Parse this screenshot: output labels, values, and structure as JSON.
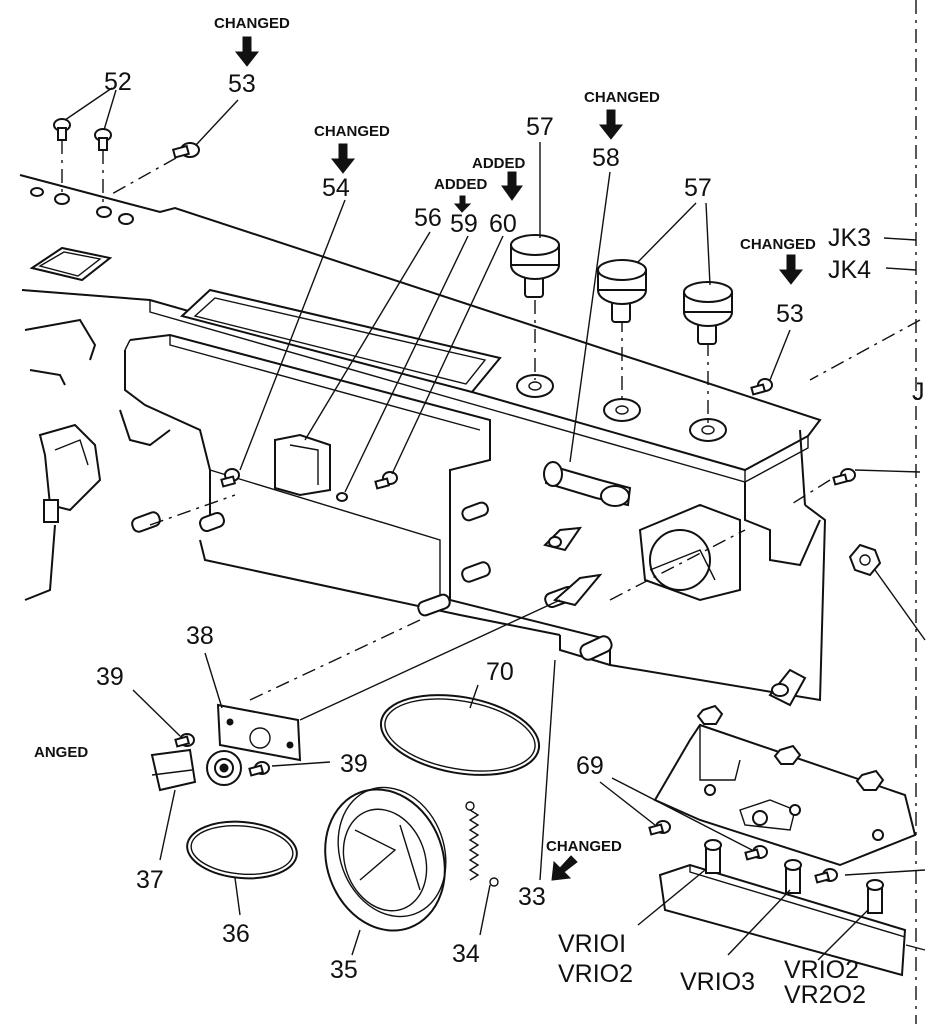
{
  "diagram": {
    "tags": {
      "changed": "CHANGED",
      "added": "ADDED",
      "changed_partial": "ANGED"
    },
    "parts": {
      "p52": "52",
      "p53": "53",
      "p54": "54",
      "p56": "56",
      "p59": "59",
      "p60": "60",
      "p57": "57",
      "p58": "58",
      "p38": "38",
      "p39": "39",
      "p70": "70",
      "p69": "69",
      "p37": "37",
      "p36": "36",
      "p35": "35",
      "p34": "34",
      "p33": "33"
    },
    "jacks": {
      "jk3": "JK3",
      "jk4": "JK4",
      "j": "J"
    },
    "resistors": {
      "vr101": "VRIOI",
      "vr102": "VRIO2",
      "vr103": "VRIO3",
      "vr102b": "VRIO2",
      "vr202": "VR2O2"
    }
  }
}
